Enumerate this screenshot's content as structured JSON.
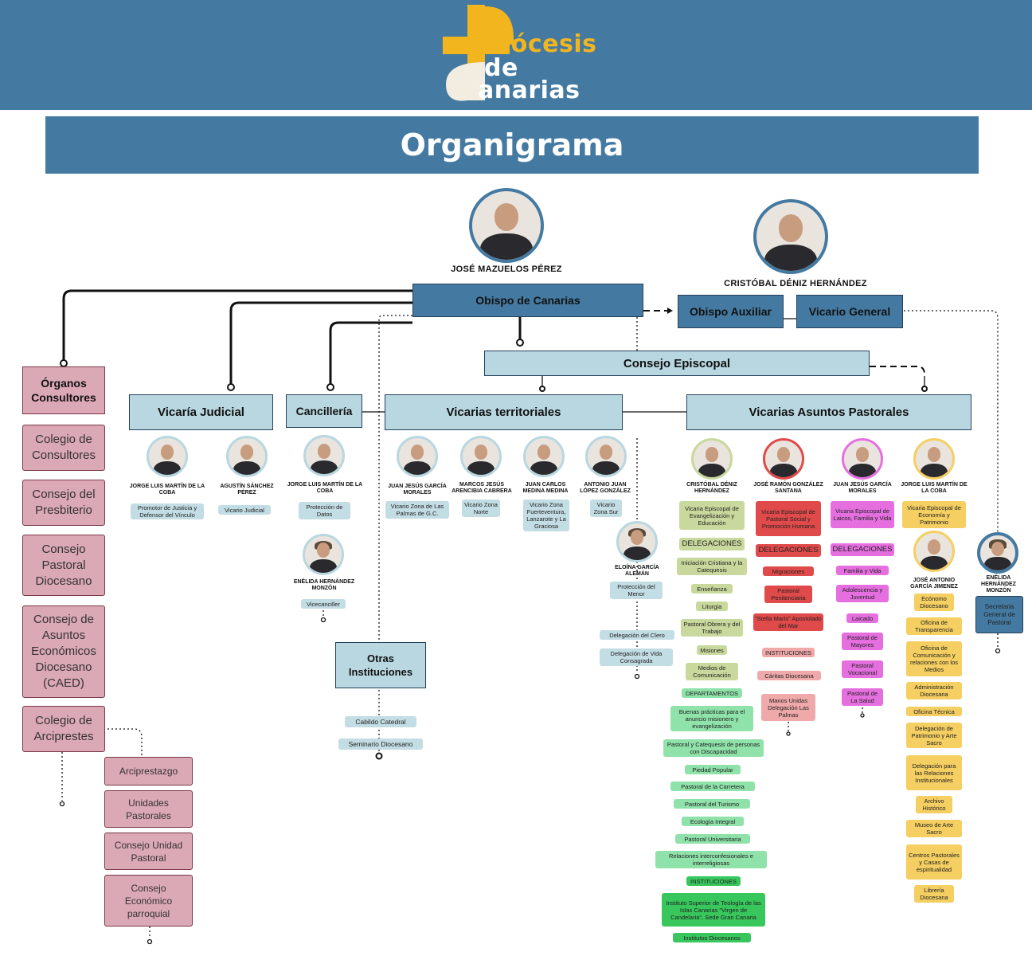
{
  "header": {
    "logo_word1": "iócesis",
    "logo_word2": "de",
    "logo_word3": "anarias",
    "title": "Organigrama"
  },
  "top": {
    "bishop_name": "JOSÉ MAZUELOS PÉREZ",
    "auxiliary_name": "CRISTÓBAL DÉNIZ HERNÁNDEZ",
    "obispo": "Obispo de Canarias",
    "auxiliar": "Obispo Auxiliar",
    "vicario_general": "Vicario General",
    "consejo_episcopal": "Consejo Episcopal"
  },
  "sections": {
    "organos": "Órganos Consultores",
    "vicaria_judicial": "Vicaría Judicial",
    "cancilleria": "Cancillería",
    "territoriales": "Vicarias territoriales",
    "pastorales": "Vicarias Asuntos Pastorales",
    "otras": "Otras Instituciones"
  },
  "organos_list": [
    "Colegio de Consultores",
    "Consejo del Presbiterio",
    "Consejo Pastoral Diocesano",
    "Consejo de Asuntos Económicos Diocesano (CAED)",
    "Colegio de Arciprestes"
  ],
  "arciprestes_list": [
    "Arciprestazgo",
    "Unidades Pastorales",
    "Consejo Unidad Pastoral",
    "Consejo Económico parroquial"
  ],
  "judicial": [
    {
      "name": "JORGE LUIS MARTÍN DE LA COBA",
      "role": "Promotor de Justicia y Defensor del Vínculo"
    },
    {
      "name": "AGUSTÍN SÁNCHEZ PÉREZ",
      "role": "Vicario Judicial"
    }
  ],
  "cancilleria_people": [
    {
      "name": "JORGE LUIS MARTÍN DE LA COBA",
      "role": "Protección de Datos"
    },
    {
      "name": "ENÉLIDA HERNÁNDEZ MONZÓN",
      "role": "Vicecanciller"
    }
  ],
  "territoriales_people": [
    {
      "name": "JUAN JESÚS GARCÍA MORALES",
      "role": "Vicario Zona de Las Palmas de G.C."
    },
    {
      "name": "MARCOS JESÚS ARENCIBIA CABRERA",
      "role": "Vicario Zona Norte"
    },
    {
      "name": "JUAN CARLOS MEDINA MEDINA",
      "role": "Vicario Zona Fuerteventura, Lanzarote y La Graciosa"
    },
    {
      "name": "ANTONIO JUAN LÓPEZ GONZÁLEZ",
      "role": "Vicario Zona Sur"
    }
  ],
  "menor": {
    "name": "ELOÍNA GARCÍA ALEMÁN",
    "role": "Protección del Menor",
    "items": [
      "Delegación del Clero",
      "Delegación de Vida Consagrada"
    ]
  },
  "otras_items": [
    "Cabildo Catedral",
    "Seminario Diocesano"
  ],
  "secretaria": {
    "name": "ENÉLIDA HERNÁNDEZ MONZÓN",
    "role": "Secretaria General de Pastoral"
  },
  "col1": {
    "name": "CRISTÓBAL DÉNIZ HERNÁNDEZ",
    "title": "Vicaria Episcopal de Evangelización y Educación",
    "deleg_header": "DELEGACIONES",
    "delegaciones": [
      "Iniciación Cristiana y la Catequesis",
      "Enseñanza",
      "Liturgia",
      "Pastoral Obrera y del Trabajo",
      "Misiones",
      "Medios de Comunicación"
    ],
    "dept_header": "DEPARTAMENTOS",
    "departamentos": [
      "Buenas prácticas para el anuncio misionero y evangelización",
      "Pastoral y Catequesis de personas con Discapacidad",
      "Piedad Popular",
      "Pastoral de la Carretera",
      "Pastoral del Turismo",
      "Ecología Integral",
      "Pastoral Universitaria",
      "Relaciones interconfesionales e interreligiosas"
    ],
    "inst_header": "INSTITUCIONES",
    "instituciones": [
      "Instituto Superior de Teología de las Islas Canarias \"Virgen de Candelaria\", Sede Gran Canaria",
      "Institutos Diocesanos"
    ]
  },
  "col2": {
    "name": "JOSÉ RAMÓN GONZÁLEZ SANTANA",
    "title": "Vicaria Episcopal de Pastoral Social y Promoción Humana",
    "deleg_header": "DELEGACIONES",
    "delegaciones": [
      "Migraciones",
      "Pastoral Penitenciaria",
      "\"Stella Maris\" Apostolado del Mar"
    ],
    "inst_header": "INSTITUCIONES",
    "instituciones": [
      "Cáritas Diocesana",
      "Manos Unidas Delegación Las Palmas"
    ]
  },
  "col3": {
    "name": "JUAN JESÚS GARCÍA MORALES",
    "title": "Vicaria Episcopal de Laicos, Familia y Vida",
    "deleg_header": "DELEGACIONES",
    "delegaciones": [
      "Familia y Vida",
      "Adolescencia y Juventud",
      "Laicado",
      "Pastoral de Mayores",
      "Pastoral Vocacional",
      "Pastoral de La Salud"
    ]
  },
  "col4": {
    "name": "JORGE LUIS MARTÍN DE LA COBA",
    "title": "Vicaria Episcopal de Economía y Patrimonio",
    "name2": "JOSÉ ANTONIO GARCÍA JIMENEZ",
    "items": [
      "Ecónomo Diocesano",
      "Oficina de Transparencia",
      "Oficina de Comunicación y relaciones con los Medios",
      "Administración Diocesana",
      "Oficina Técnica",
      "Delegación de Patrimonio y Arte Sacro",
      "Delegación para las Relaciones Institucionales",
      "Archivo Histórico",
      "Museo de Arte Sacro",
      "Centros Pastorales y Casas de espiritualidad",
      "Librería Diocesana"
    ]
  },
  "colors": {
    "header_blue": "#447aa1",
    "light_blue": "#b8d7e0",
    "pink": "#dba8b5",
    "logo_yellow": "#f2b51e",
    "col1_olive": "#c9d89c",
    "col1_green": "#8fe2a9",
    "col2_red": "#e04a4a",
    "col3_magenta": "#e66fe0",
    "col4_yellow": "#f5cf62"
  }
}
